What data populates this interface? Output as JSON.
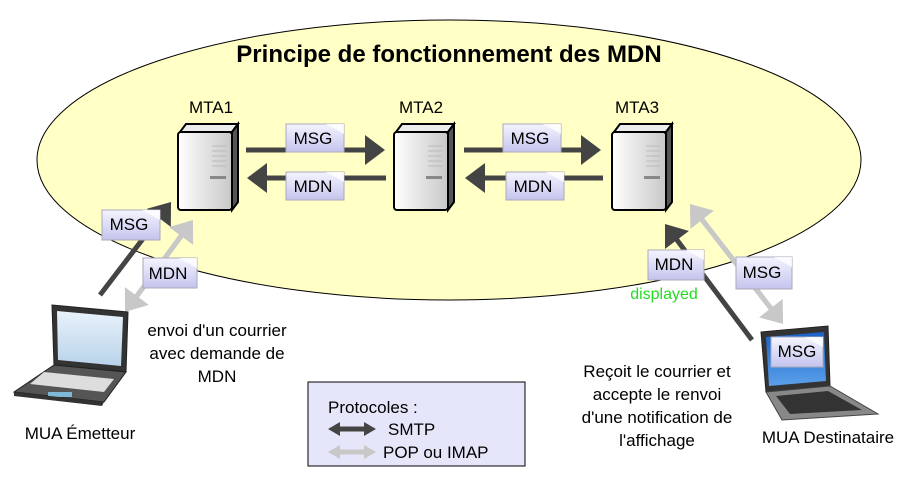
{
  "title": "Principe de fonctionnement des MDN",
  "servers": [
    {
      "id": "mta1",
      "label": "MTA1"
    },
    {
      "id": "mta2",
      "label": "MTA2"
    },
    {
      "id": "mta3",
      "label": "MTA3"
    }
  ],
  "clients": {
    "sender": {
      "label": "MUA Émetteur",
      "note": [
        "envoi d'un courrier",
        "avec demande de",
        "MDN"
      ]
    },
    "recipient": {
      "label": "MUA Destinataire",
      "screen_envelope": "MSG",
      "note": [
        "Reçoit le courrier et",
        "accepte le renvoi",
        "d'une notification de",
        "l'affichage"
      ]
    }
  },
  "envelopes": {
    "mta1_mta2_msg": "MSG",
    "mta2_mta1_mdn": "MDN",
    "mta2_mta3_msg": "MSG",
    "mta3_mta2_mdn": "MDN",
    "sender_msg": "MSG",
    "sender_mdn": "MDN",
    "recipient_mdn": "MDN",
    "recipient_msg": "MSG"
  },
  "mdn_status": "displayed",
  "legend": {
    "heading": "Protocoles :",
    "items": [
      {
        "label": "SMTP",
        "color": "#444444"
      },
      {
        "label": "POP ou IMAP",
        "color": "#c8c8c8"
      }
    ]
  },
  "colors": {
    "ellipse_fill": "#ffffc6",
    "smtp_arrow": "#444444",
    "pop_arrow": "#c8c8c8",
    "legend_bg": "#e6e6fb",
    "status_green": "#22dd22"
  }
}
